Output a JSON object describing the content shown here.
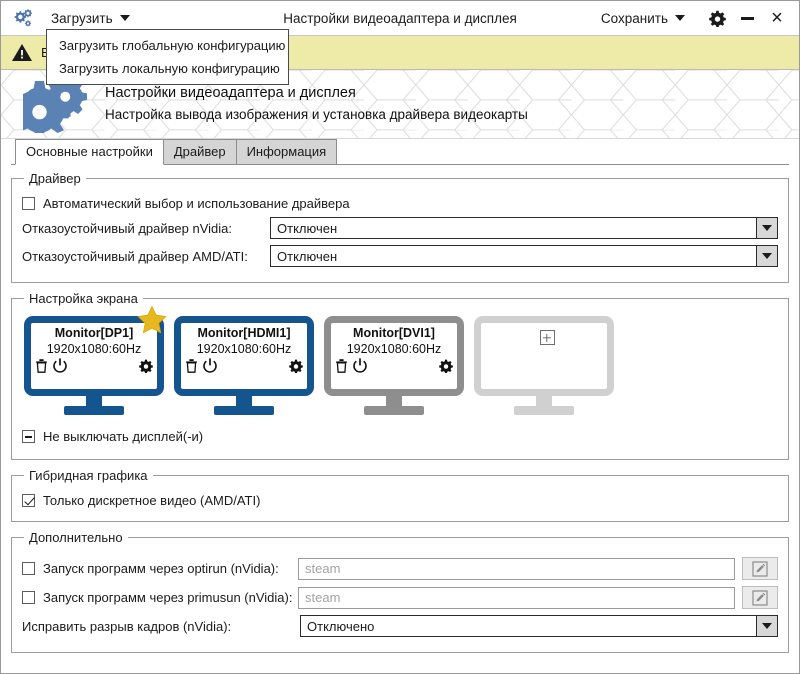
{
  "window": {
    "app_icon": "gears-icon",
    "title": "Настройки видеоадаптера и дисплея",
    "load_menu_label": "Загрузить",
    "save_menu_label": "Сохранить",
    "settings_icon": "gear-icon",
    "minimize_label": "—",
    "close_label": "×"
  },
  "dropdown": {
    "open": true,
    "items": [
      {
        "label": "Загрузить глобальную конфигурацию"
      },
      {
        "label": "Загрузить локальную конфигурацию"
      }
    ]
  },
  "banner": {
    "icon": "warning-triangle-icon",
    "text": "В",
    "bg_color": "#eeeaa8"
  },
  "header": {
    "icon": "gears-icon",
    "title": "Настройки видеоадаптера и дисплея",
    "subtitle": "Настройка вывода изображения и установка драйвера видеокарты",
    "accent_color": "#5b82b4"
  },
  "tabs": [
    {
      "label": "Основные настройки",
      "active": true
    },
    {
      "label": "Драйвер",
      "active": false
    },
    {
      "label": "Информация",
      "active": false
    }
  ],
  "driver_group": {
    "legend": "Драйвер",
    "auto_checkbox": {
      "label": "Автоматический выбор и использование драйвера",
      "state": "unchecked"
    },
    "nvidia": {
      "label": "Отказоустойчивый драйвер nVidia:",
      "value": "Отключен"
    },
    "amd": {
      "label": "Отказоустойчивый драйвер AMD/ATI:",
      "value": "Отключен"
    }
  },
  "screen_group": {
    "legend": "Настройка экрана",
    "monitors": [
      {
        "name": "Monitor[DP1]",
        "mode": "1920x1080:60Hz",
        "state": "primary",
        "color": "#14558f",
        "starred": true,
        "icons": [
          "trash-icon",
          "power-icon",
          "gear-icon"
        ]
      },
      {
        "name": "Monitor[HDMI1]",
        "mode": "1920x1080:60Hz",
        "state": "active",
        "color": "#14558f",
        "starred": false,
        "icons": [
          "trash-icon",
          "power-icon",
          "gear-icon"
        ]
      },
      {
        "name": "Monitor[DVI1]",
        "mode": "1920x1080:60Hz",
        "state": "disabled",
        "color": "#8e8e8e",
        "starred": false,
        "icons": [
          "trash-icon",
          "power-icon",
          "gear-icon"
        ]
      },
      {
        "name": "",
        "mode": "",
        "state": "empty",
        "color": "#d0d0d0",
        "starred": false,
        "icons": [
          "add-icon"
        ]
      }
    ],
    "no_blank_checkbox": {
      "label": "Не выключать дисплей(-и)",
      "state": "indeterminate"
    }
  },
  "hybrid_group": {
    "legend": "Гибридная графика",
    "discrete_checkbox": {
      "label": "Только дискретное видео (AMD/ATI)",
      "state": "checked"
    }
  },
  "advanced_group": {
    "legend": "Дополнительно",
    "optirun": {
      "label": "Запуск программ через optirun (nVidia):",
      "state": "unchecked",
      "placeholder": "steam",
      "value": "",
      "edit_icon": "pencil-square-icon"
    },
    "primusrun": {
      "label": "Запуск программ через primusun (nVidia):",
      "state": "unchecked",
      "placeholder": "steam",
      "value": "",
      "edit_icon": "pencil-square-icon"
    },
    "tearing": {
      "label": "Исправить разрыв кадров (nVidia):",
      "value": "Отключено"
    }
  }
}
